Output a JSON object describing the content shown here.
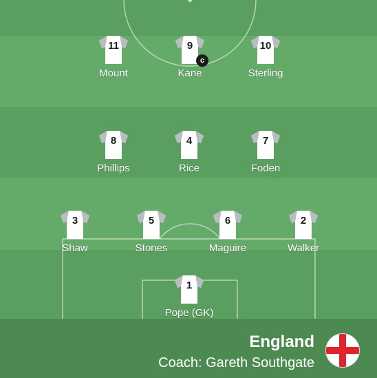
{
  "team": {
    "name": "England",
    "coach": "Coach: Gareth Southgate",
    "flag_icon": "england-flag-icon"
  },
  "colors": {
    "pitch_light": "#64aa69",
    "pitch_dark": "#5a9f5f",
    "footer": "#4d8a51",
    "shirt": "#ffffff",
    "sleeve": "#b9bdc1",
    "number": "#1b1b1b",
    "captain_badge": "#1c1c1c",
    "flag_cross": "#e3222c"
  },
  "captain_badge": "c",
  "players": {
    "mount": {
      "number": "11",
      "name": "Mount"
    },
    "kane": {
      "number": "9",
      "name": "Kane",
      "captain": true
    },
    "sterling": {
      "number": "10",
      "name": "Sterling"
    },
    "phillips": {
      "number": "8",
      "name": "Phillips"
    },
    "rice": {
      "number": "4",
      "name": "Rice"
    },
    "foden": {
      "number": "7",
      "name": "Foden"
    },
    "shaw": {
      "number": "3",
      "name": "Shaw"
    },
    "stones": {
      "number": "5",
      "name": "Stones"
    },
    "maguire": {
      "number": "6",
      "name": "Maguire"
    },
    "walker": {
      "number": "2",
      "name": "Walker"
    },
    "pope": {
      "number": "1",
      "name": "Pope (GK)"
    }
  }
}
